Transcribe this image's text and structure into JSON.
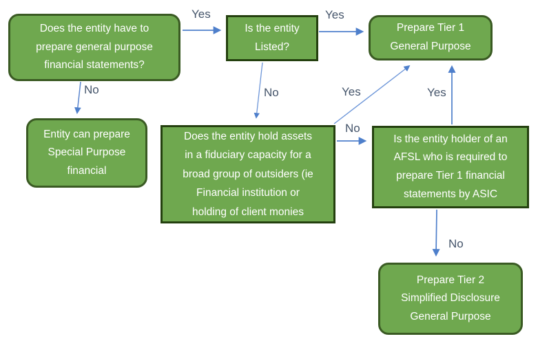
{
  "diagram": {
    "description": "Financial reporting requirements decision flowchart",
    "colors": {
      "node_fill": "#6FA84F",
      "node_border_rounded": "#3A5A23",
      "node_border_rect": "#24400F",
      "node_text": "#FFFFFF",
      "arrow": "#4E7FCB",
      "edge_label_text": "#44546A",
      "background": "#FFFFFF"
    },
    "nodes": [
      {
        "id": "q-general-purpose",
        "shape": "rounded",
        "text": "Does the entity have to\nprepare general purpose\nfinancial statements?"
      },
      {
        "id": "q-listed",
        "shape": "rect",
        "text": "Is the entity\nListed?"
      },
      {
        "id": "outcome-tier1",
        "shape": "rounded",
        "text": "Prepare Tier 1\nGeneral Purpose"
      },
      {
        "id": "outcome-special-purpose",
        "shape": "rounded",
        "text": "Entity can prepare\nSpecial Purpose\nfinancial"
      },
      {
        "id": "q-fiduciary",
        "shape": "rect",
        "text": "Does the entity hold assets\nin a fiduciary capacity for a\nbroad group of outsiders (ie\nFinancial institution or\nholding of client monies"
      },
      {
        "id": "q-afsl",
        "shape": "rect",
        "text": "Is the entity holder of an\nAFSL who is required to\nprepare Tier 1 financial\nstatements by ASIC"
      },
      {
        "id": "outcome-tier2",
        "shape": "rounded",
        "text": "Prepare Tier 2\nSimplified Disclosure\nGeneral Purpose"
      }
    ],
    "edges": [
      {
        "from": "q-general-purpose",
        "to": "q-listed",
        "label": "Yes"
      },
      {
        "from": "q-listed",
        "to": "outcome-tier1",
        "label": "Yes"
      },
      {
        "from": "q-general-purpose",
        "to": "outcome-special-purpose",
        "label": "No"
      },
      {
        "from": "q-listed",
        "to": "q-fiduciary",
        "label": "No"
      },
      {
        "from": "q-fiduciary",
        "to": "outcome-tier1",
        "label": "Yes"
      },
      {
        "from": "q-fiduciary",
        "to": "q-afsl",
        "label": "No"
      },
      {
        "from": "q-afsl",
        "to": "outcome-tier1",
        "label": "Yes"
      },
      {
        "from": "q-afsl",
        "to": "outcome-tier2",
        "label": "No"
      }
    ]
  }
}
